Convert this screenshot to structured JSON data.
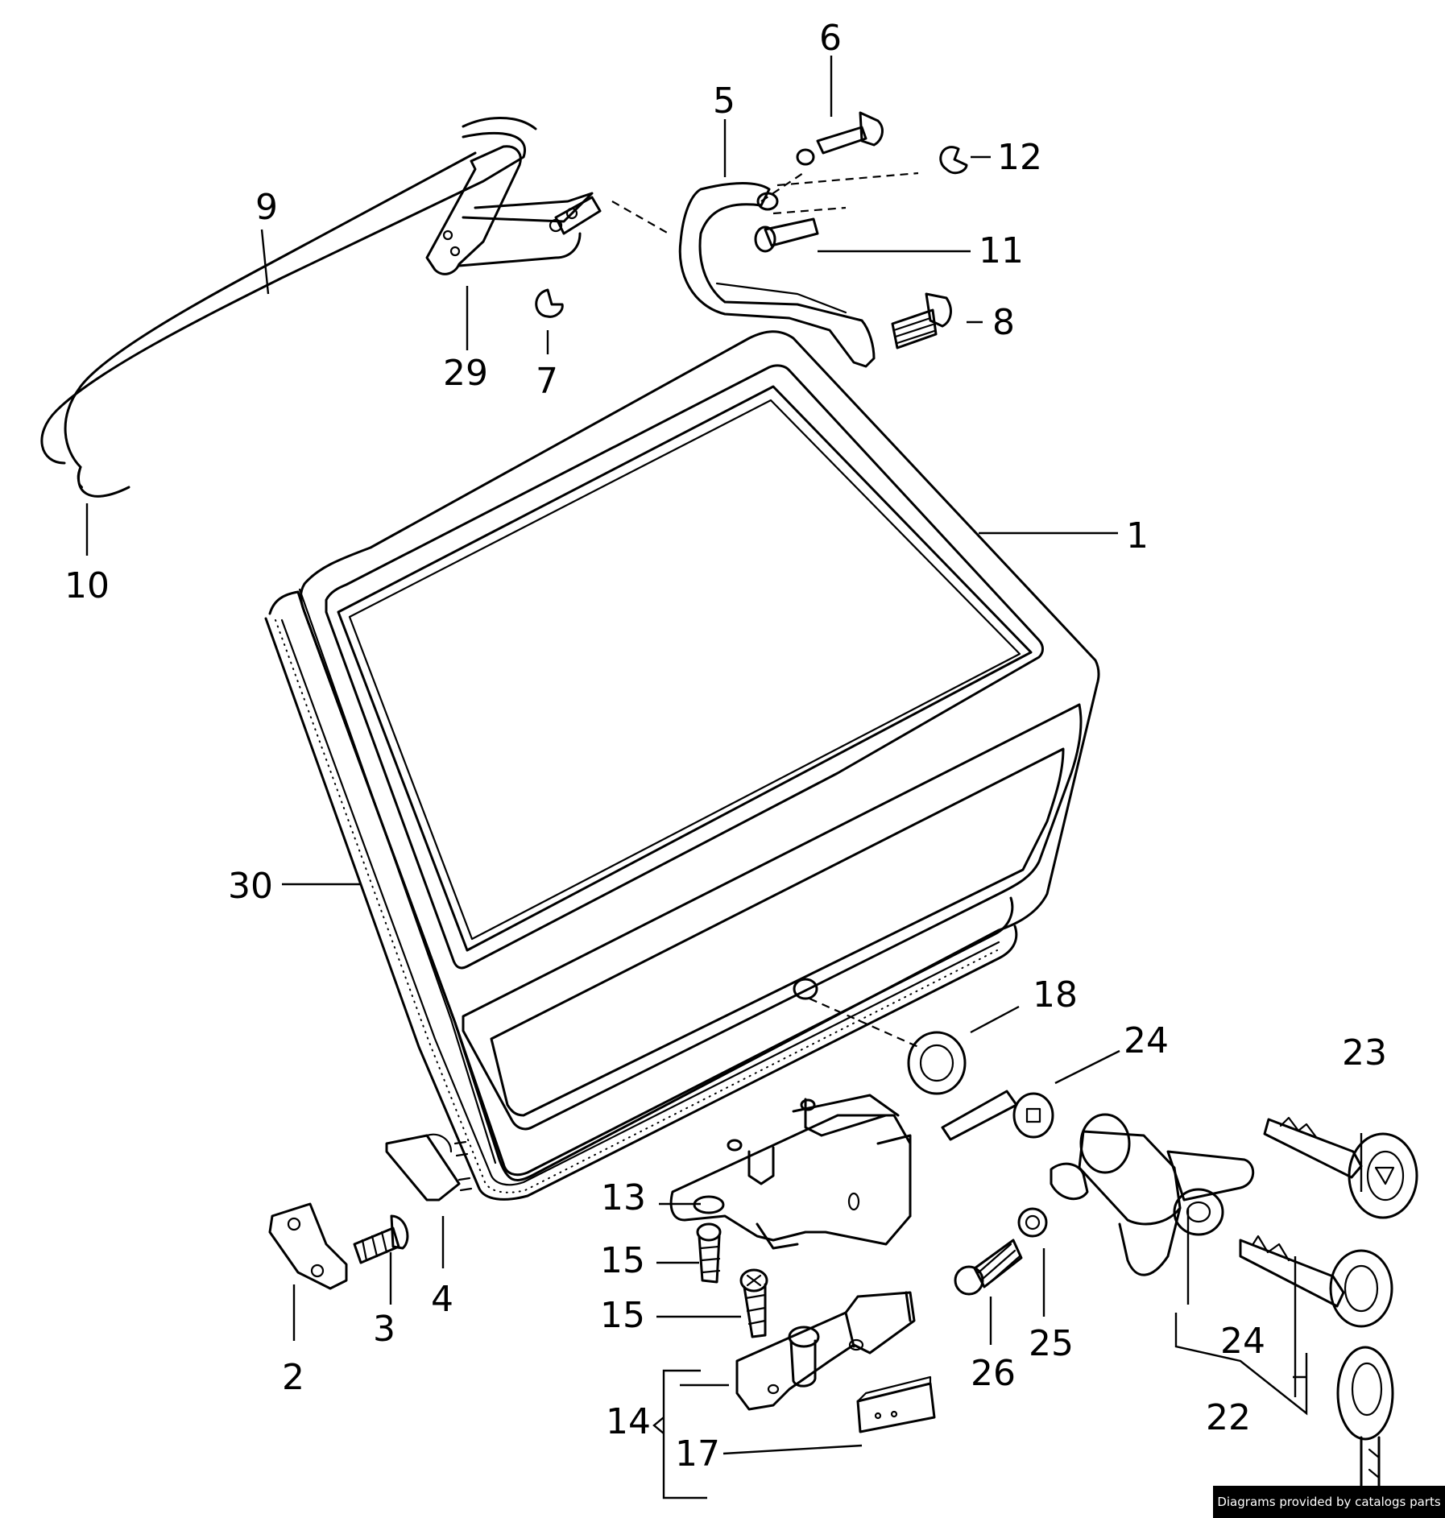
{
  "footer": {
    "credit": "Diagrams provided by catalogs parts"
  },
  "callouts": {
    "c1": "1",
    "c2": "2",
    "c3": "3",
    "c4": "4",
    "c5": "5",
    "c6": "6",
    "c7": "7",
    "c8": "8",
    "c9": "9",
    "c10": "10",
    "c11": "11",
    "c12": "12",
    "c13": "13",
    "c14": "14",
    "c15a": "15",
    "c15b": "15",
    "c17": "17",
    "c18": "18",
    "c22": "22",
    "c23": "23",
    "c24a": "24",
    "c24b": "24",
    "c25": "25",
    "c26": "26",
    "c29": "29",
    "c30": "30"
  }
}
